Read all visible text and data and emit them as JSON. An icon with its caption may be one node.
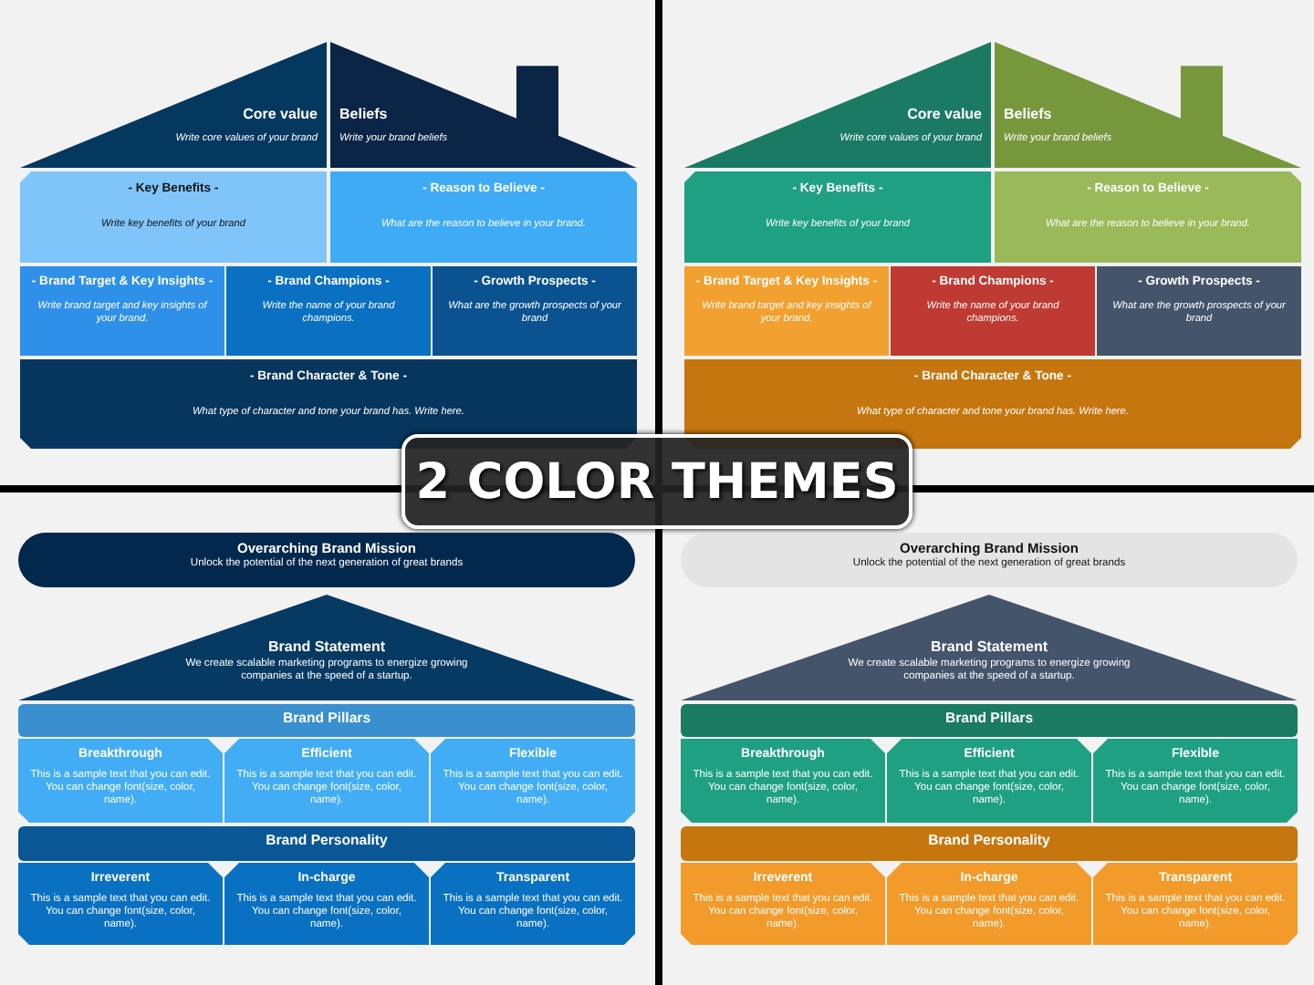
{
  "diagram": {
    "nodes": [
      {
        "text": [
          "Core value",
          "Write core values of your brand"
        ]
      },
      {
        "text": [
          "Beliefs",
          "Write your brand beliefs"
        ]
      },
      {
        "text": [
          "- Key Benefits -",
          "Write key benefits of your brand"
        ]
      },
      {
        "text": [
          "- Reason to Believe -",
          "What are the reason to believe in your brand."
        ]
      },
      {
        "text": [
          "- Brand Target & Key Insights -",
          "Write brand target and key insights of your brand."
        ]
      },
      {
        "text": [
          "- Brand Champions -",
          "Write the name of your brand champions."
        ]
      },
      {
        "text": [
          "- Growth Prospects -",
          "What are the growth prospects of your brand"
        ]
      },
      {
        "text": [
          "- Brand Character & Tone -",
          "What type of character and tone your brand has. Write here."
        ]
      },
      {
        "text": [
          "Core value",
          "Write core values of your brand"
        ]
      },
      {
        "text": [
          "Beliefs",
          "Write your brand beliefs"
        ]
      },
      {
        "text": [
          "- Key Benefits -",
          "Write key benefits of your brand"
        ]
      },
      {
        "text": [
          "- Reason to Believe -",
          "What are the reason to believe in your brand."
        ]
      },
      {
        "text": [
          "- Brand Target & Key Insights -",
          "Write brand target and key insights of your brand."
        ]
      },
      {
        "text": [
          "- Brand Champions -",
          "Write the name of your brand champions."
        ]
      },
      {
        "text": [
          "- Growth Prospects -",
          "What are the growth prospects of your brand"
        ]
      },
      {
        "text": [
          "- Brand Character & Tone -",
          "What type of character and tone your brand has. Write here."
        ]
      },
      {
        "text": [
          "2 COLOR THEMES"
        ]
      },
      {
        "text": [
          "Overarching Brand Mission",
          "Unlock the potential of the next generation of great brands"
        ]
      },
      {
        "text": [
          "Brand Statement",
          "We create scalable marketing programs to energize growing companies at the speed of a startup."
        ]
      },
      {
        "text": [
          "Brand Pillars"
        ]
      },
      {
        "text": [
          "Breakthrough",
          "This is a sample text that you can edit. You can change font(size, color, name)."
        ]
      },
      {
        "text": [
          "Efficient",
          "This is a sample text that you can edit. You can change font(size, color, name)."
        ]
      },
      {
        "text": [
          "Flexible",
          "This is a sample text that you can edit. You can change font(size, color, name)."
        ]
      },
      {
        "text": [
          "Brand Personality"
        ]
      },
      {
        "text": [
          "Irreverent",
          "This is a sample text that you can edit. You can change font(size, color, name)."
        ]
      },
      {
        "text": [
          "In-charge",
          "This is a sample text that you can edit. You can change font(size, color, name)."
        ]
      },
      {
        "text": [
          "Transparent",
          "This is a sample text that you can edit. You can change font(size, color, name)."
        ]
      },
      {
        "text": [
          "Overarching Brand Mission",
          "Unlock the potential of the next generation of great brands"
        ]
      },
      {
        "text": [
          "Brand Statement",
          "We create scalable marketing programs to energize growing companies at the speed of a startup."
        ]
      },
      {
        "text": [
          "Brand Pillars"
        ]
      },
      {
        "text": [
          "Breakthrough",
          "This is a sample text that you can edit. You can change font(size, color, name)."
        ]
      },
      {
        "text": [
          "Efficient",
          "This is a sample text that you can edit. You can change font(size, color, name)."
        ]
      },
      {
        "text": [
          "Flexible",
          "This is a sample text that you can edit. You can change font(size, color, name)."
        ]
      },
      {
        "text": [
          "Brand Personality"
        ]
      },
      {
        "text": [
          "Irreverent",
          "This is a sample text that you can edit. You can change font(size, color, name)."
        ]
      },
      {
        "text": [
          "In-charge",
          "This is a sample text that you can edit. You can change font(size, color, name)."
        ]
      },
      {
        "text": [
          "Transparent",
          "This is a sample text that you can edit. You can change font(size, color, name)."
        ]
      }
    ]
  }
}
